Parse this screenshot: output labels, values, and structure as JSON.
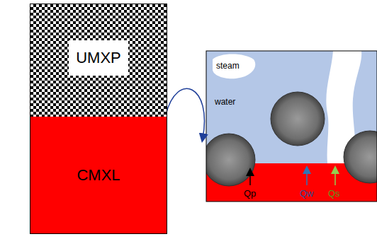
{
  "diagram": {
    "nodes": [
      {
        "text": [
          "UMXP"
        ]
      },
      {
        "text": [
          "CMXL"
        ]
      }
    ],
    "labels": [
      "steam",
      "water",
      "Qp",
      "Qw",
      "Qs"
    ]
  }
}
